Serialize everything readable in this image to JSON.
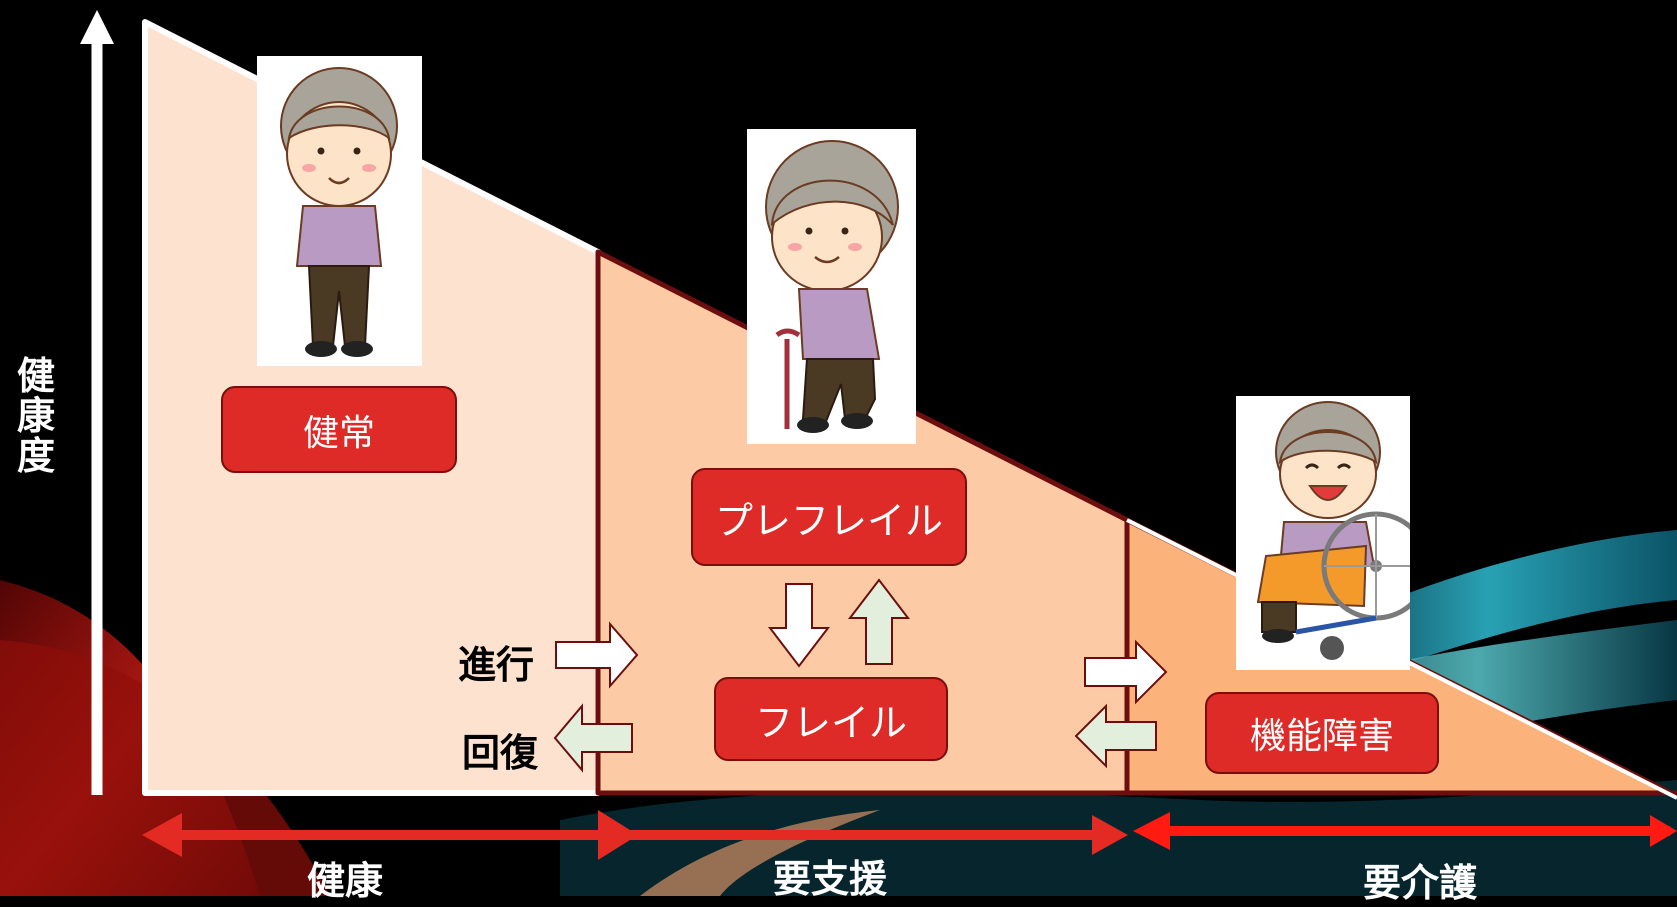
{
  "axis": {
    "y_label_chars": [
      "健",
      "康",
      "度"
    ]
  },
  "stages": {
    "healthy": "健康",
    "support": "要支援",
    "care": "要介護"
  },
  "status_boxes": {
    "normal": "健常",
    "prefrail": "プレフレイル",
    "frail": "フレイル",
    "disability": "機能障害"
  },
  "transitions": {
    "progress": "進行",
    "recovery": "回復"
  },
  "icons": {
    "portrait_normal": "elderly-woman-standing-icon",
    "portrait_cane": "elderly-woman-walking-with-cane-icon",
    "portrait_wheelchair": "elderly-woman-in-wheelchair-icon"
  },
  "colors": {
    "region_healthy": "#fde3cf",
    "region_support": "#fccaa5",
    "region_care": "#fbb27b",
    "status_box": "#de2b27",
    "stage_arrow": "#e32b23"
  }
}
